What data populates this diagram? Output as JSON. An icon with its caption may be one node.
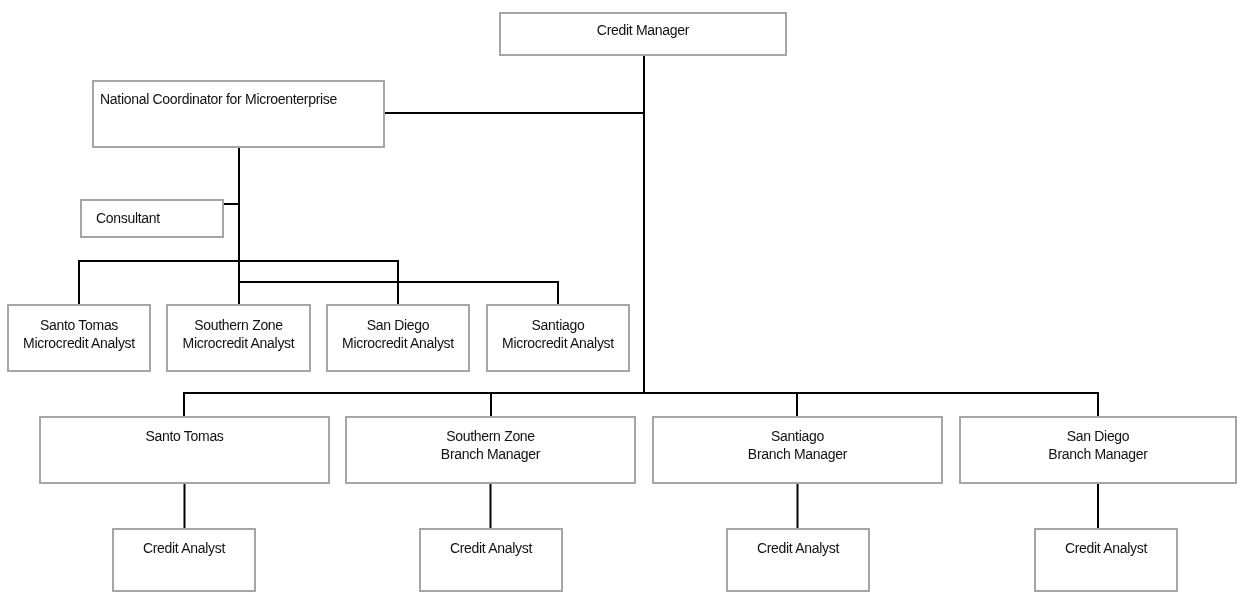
{
  "diagram": {
    "nodes": [
      {
        "text": [
          "Credit Manager"
        ]
      },
      {
        "text": [
          "National Coordinator for Microenterprise"
        ]
      },
      {
        "text": [
          "Consultant"
        ]
      },
      {
        "text": [
          "Santo Tomas Microcredit Analyst"
        ]
      },
      {
        "text": [
          "Southern Zone Microcredit Analyst"
        ]
      },
      {
        "text": [
          "San Diego Microcredit Analyst"
        ]
      },
      {
        "text": [
          "Santiago Microcredit Analyst"
        ]
      },
      {
        "text": [
          "Santo Tomas"
        ]
      },
      {
        "text": [
          "Southern Zone Branch Manager"
        ]
      },
      {
        "text": [
          "Santiago Branch Manager"
        ]
      },
      {
        "text": [
          "San Diego Branch Manager"
        ]
      },
      {
        "text": [
          "Credit Analyst"
        ]
      },
      {
        "text": [
          "Credit Analyst"
        ]
      },
      {
        "text": [
          "Credit Analyst"
        ]
      },
      {
        "text": [
          "Credit Analyst"
        ]
      }
    ],
    "edges": [
      {
        "from": 0,
        "to": 1,
        "arrow": "none"
      },
      {
        "from": 1,
        "to": 2,
        "arrow": "none"
      },
      {
        "from": 1,
        "to": 3,
        "arrow": "none"
      },
      {
        "from": 1,
        "to": 4,
        "arrow": "none"
      },
      {
        "from": 1,
        "to": 5,
        "arrow": "none"
      },
      {
        "from": 1,
        "to": 6,
        "arrow": "none"
      },
      {
        "from": 0,
        "to": 7,
        "arrow": "none"
      },
      {
        "from": 0,
        "to": 8,
        "arrow": "none"
      },
      {
        "from": 0,
        "to": 9,
        "arrow": "none"
      },
      {
        "from": 0,
        "to": 10,
        "arrow": "none"
      },
      {
        "from": 7,
        "to": 11,
        "arrow": "none"
      },
      {
        "from": 8,
        "to": 12,
        "arrow": "none"
      },
      {
        "from": 9,
        "to": 13,
        "arrow": "none"
      },
      {
        "from": 10,
        "to": 14,
        "arrow": "none"
      }
    ]
  }
}
